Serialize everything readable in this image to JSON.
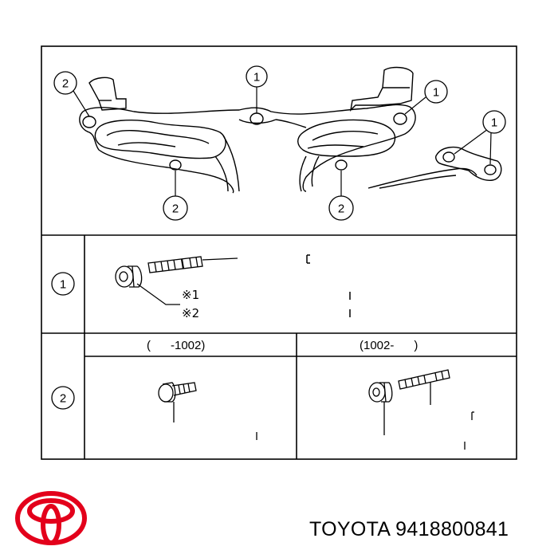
{
  "callouts": {
    "one": "1",
    "two": "2"
  },
  "table": {
    "notes": [
      "※1",
      "※2"
    ],
    "col_before": "(      -1002)",
    "col_after": "(1002-      )"
  },
  "footer": {
    "brand": "TOYOTA",
    "part_number": "9418800841"
  },
  "colors": {
    "logo_red": "#e3001b",
    "ink": "#000000"
  },
  "icons": {
    "logo": "toyota-logo-icon"
  }
}
